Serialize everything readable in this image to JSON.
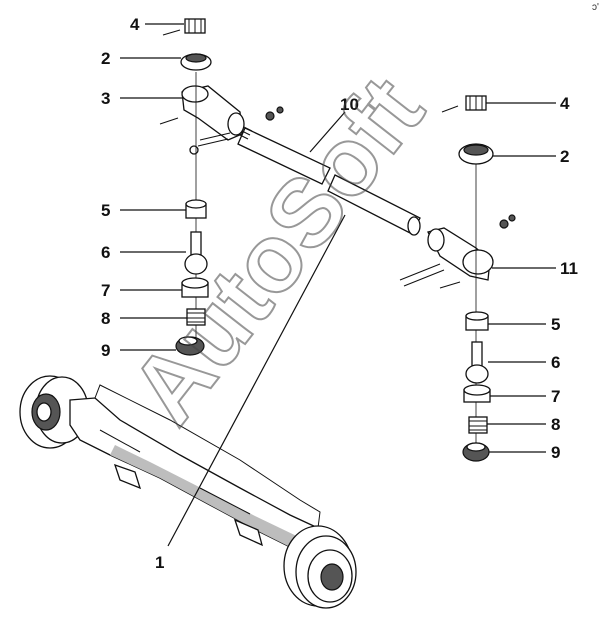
{
  "watermark": "AutoSoft",
  "corner_mark": "ↄ'",
  "callouts": {
    "c1": "1",
    "c2_left": "2",
    "c2_right": "2",
    "c3": "3",
    "c4_left": "4",
    "c4_right": "4",
    "c5_left": "5",
    "c5_right": "5",
    "c6_left": "6",
    "c6_right": "6",
    "c7_left": "7",
    "c7_right": "7",
    "c8_left": "8",
    "c8_right": "8",
    "c9_left": "9",
    "c9_right": "9",
    "c10": "10",
    "c11": "11"
  }
}
